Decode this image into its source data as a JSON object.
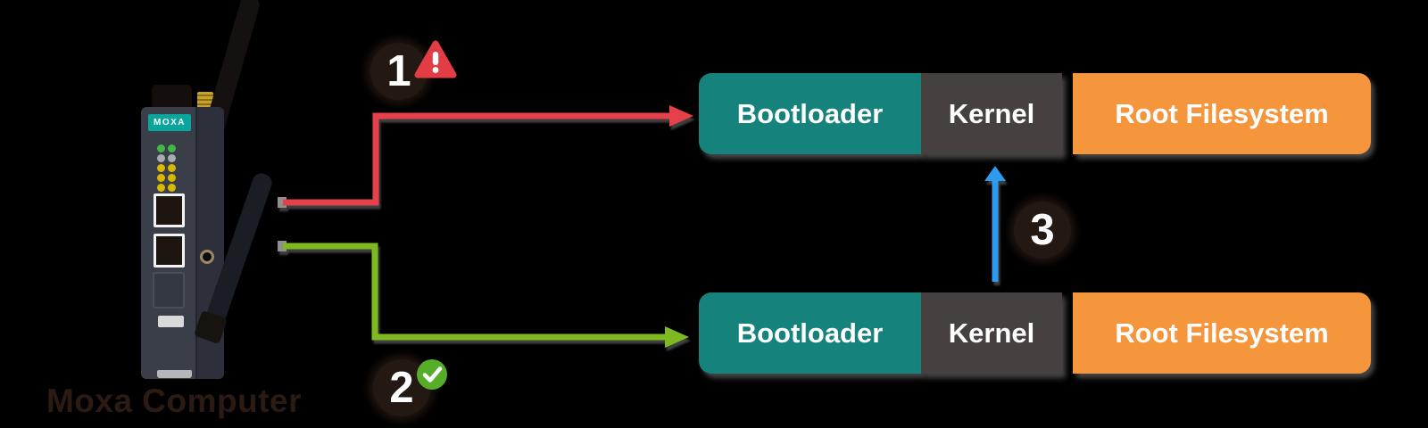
{
  "device": {
    "brand": "MOXA",
    "caption": "Moxa Computer"
  },
  "steps": [
    {
      "number": "1",
      "status": "error",
      "icon": "warning-triangle-icon",
      "arrow_color": "#e6414b",
      "points_to": "top-firmware-bar"
    },
    {
      "number": "2",
      "status": "success",
      "icon": "check-circle-icon",
      "arrow_color": "#7fb922",
      "points_to": "bottom-firmware-bar"
    },
    {
      "number": "3",
      "status": "plain",
      "arrow_color": "#2d9cf0",
      "points_to": "kernel-of-top-bar-from-bottom-bar"
    }
  ],
  "bars": {
    "top": {
      "segments": [
        "Bootloader",
        "Kernel",
        "Root Filesystem"
      ]
    },
    "bottom": {
      "segments": [
        "Bootloader",
        "Kernel",
        "Root Filesystem"
      ]
    }
  },
  "colors": {
    "background": "#000000",
    "bootloader_teal": "#16827c",
    "kernel_dark": "#464140",
    "root_filesystem_orange": "#f5953c",
    "arrow_red": "#e6414b",
    "arrow_green": "#7fb922",
    "arrow_blue": "#2d9cf0",
    "badge_dark": "#241812",
    "warning_red": "#e23c45",
    "success_green": "#56ad27",
    "moxa_teal": "#0aa69d",
    "led_green": "#43b649",
    "led_gray": "#a9abae",
    "led_yellow": "#d9b800",
    "line_start_gray": "#8f8f8f",
    "shadow_gray": "#8b8b8b",
    "caption_text": "#2b1b13"
  }
}
